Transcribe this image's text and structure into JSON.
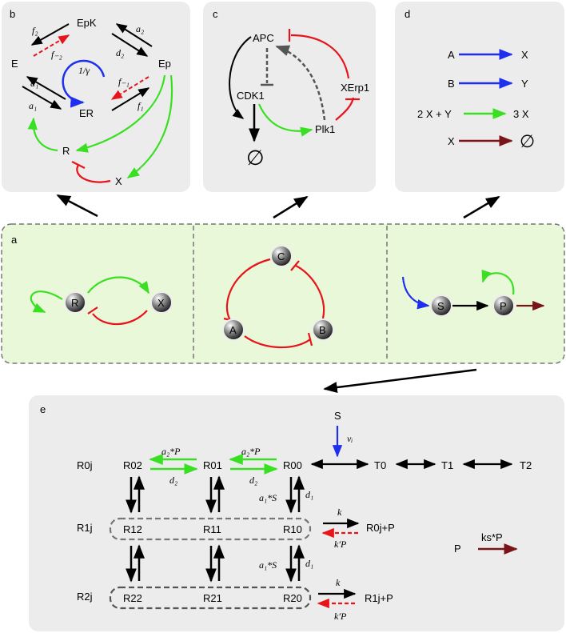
{
  "colors": {
    "panel_bg": "#ececec",
    "panel_a_bg": "#e9f8d8",
    "black": "#000000",
    "red": "#e8141b",
    "green": "#39e021",
    "blue": "#1f2ff0",
    "dark_red": "#7b1419",
    "gray_dashed": "#555555"
  },
  "panel_labels": {
    "a": "a",
    "b": "b",
    "c": "c",
    "d": "d",
    "e": "e"
  },
  "panel_b": {
    "EpK": "EpK",
    "E": "E",
    "Ep": "Ep",
    "ER": "ER",
    "R": "R",
    "X": "X",
    "f2": "f₂",
    "f_2": "f₋₂",
    "a2": "a₂",
    "d2": "d₂",
    "d1": "d₁",
    "a1": "a₁",
    "f_1": "f₋₁",
    "f1": "f₁",
    "gamma": "1/γ"
  },
  "panel_c": {
    "APC": "APC",
    "CDK1": "CDK1",
    "XErp1": "XErp1",
    "Plk1": "Plk1",
    "empty": "∅"
  },
  "panel_d": {
    "reactions": [
      {
        "lhs": "A",
        "rhs": "X",
        "color": "#1f2ff0"
      },
      {
        "lhs": "B",
        "rhs": "Y",
        "color": "#1f2ff0"
      },
      {
        "lhs": "2 X + Y",
        "rhs": "3 X",
        "color": "#39e021"
      },
      {
        "lhs": "X",
        "rhs": "∅",
        "color": "#7b1419"
      }
    ]
  },
  "panel_a": {
    "left_nodes": [
      "R",
      "X"
    ],
    "middle_nodes": [
      "C",
      "A",
      "B"
    ],
    "right_nodes": [
      "S",
      "P"
    ]
  },
  "panel_e": {
    "S": "S",
    "vi": "vᵢ",
    "row_labels": [
      "R0j",
      "R1j",
      "R2j"
    ],
    "row0": [
      "R02",
      "R01",
      "R00",
      "T0",
      "T1",
      "T2"
    ],
    "row1": [
      "R12",
      "R11",
      "R10"
    ],
    "row2": [
      "R22",
      "R21",
      "R20"
    ],
    "a2P": "a₂*P",
    "d2": "d₂",
    "a1S": "a₁*S",
    "d1": "d₁",
    "k": "k",
    "kP": "k′P",
    "R0jP": "R0j+P",
    "R1jP": "R1j+P",
    "P": "P",
    "ksP": "ks*P"
  }
}
